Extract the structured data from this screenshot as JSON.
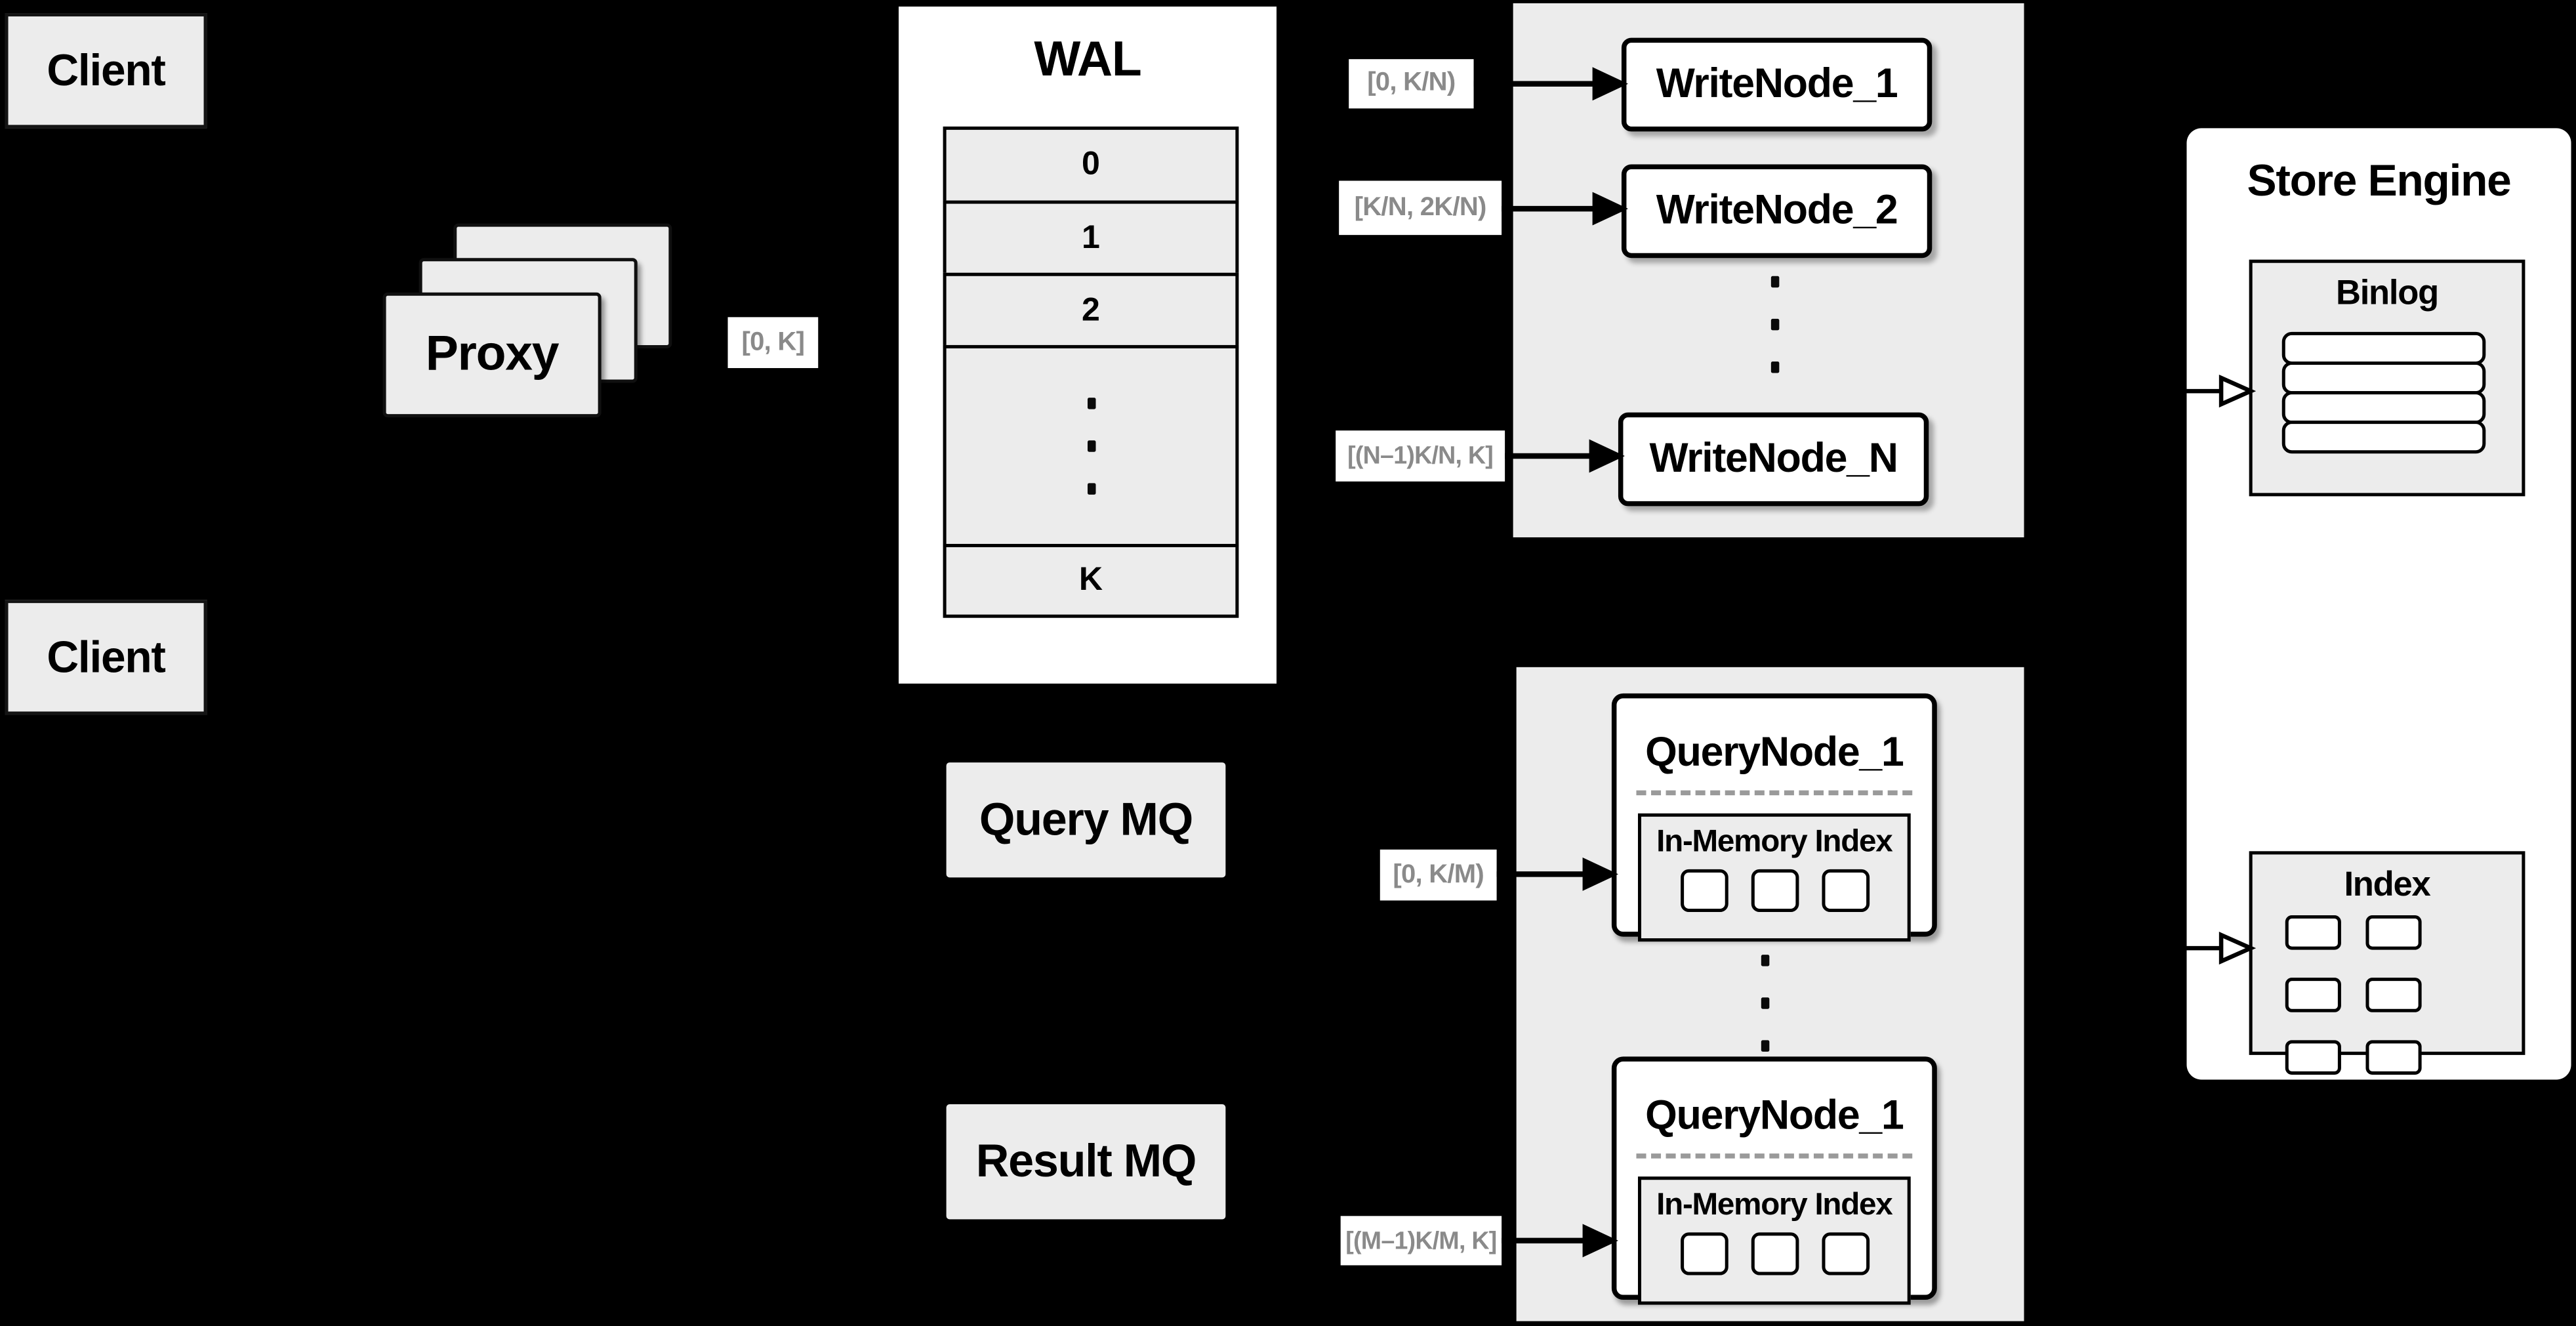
{
  "diagram": {
    "clients": {
      "top_label": "Client",
      "bottom_label": "Client"
    },
    "proxy": {
      "label": "Proxy"
    },
    "ranges": {
      "proxy_out": "[0, K]",
      "write_1": "[0, K/N)",
      "write_2": "[K/N, 2K/N)",
      "write_n": "[(N–1)K/N, K]",
      "query_1": "[0, K/M)",
      "query_m": "[(M–1)K/M, K]"
    },
    "wal": {
      "title": "WAL",
      "segments": [
        "0",
        "1",
        "2"
      ],
      "tail_segment": "K"
    },
    "write_cluster": {
      "node_1": "WriteNode_1",
      "node_2": "WriteNode_2",
      "node_n": "WriteNode_N"
    },
    "mq": {
      "query": "Query MQ",
      "result": "Result MQ"
    },
    "query_cluster": {
      "node_top": {
        "title": "QueryNode_1",
        "memory_label": "In-Memory Index"
      },
      "node_bottom": {
        "title": "QueryNode_1",
        "memory_label": "In-Memory Index"
      }
    },
    "store_engine": {
      "title": "Store Engine",
      "binlog_label": "Binlog",
      "index_label": "Index"
    }
  },
  "colors": {
    "background": "#000000",
    "panel_gray": "#ececec",
    "box_white": "#ffffff",
    "border_black": "#0a0a0a",
    "range_text_gray": "#8a8a8a",
    "dashed_divider": "#9a9a9a"
  }
}
